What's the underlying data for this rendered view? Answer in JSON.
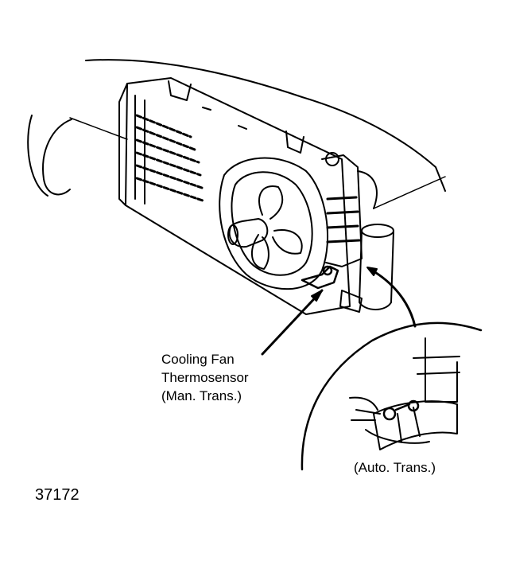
{
  "callouts": {
    "thermosensor_line1": "Cooling Fan",
    "thermosensor_line2": "Thermosensor",
    "thermosensor_line3": "(Man. Trans.)",
    "auto_trans": "(Auto. Trans.)"
  },
  "figure_number": "37172",
  "colors": {
    "ink": "#000000",
    "paper": "#ffffff"
  }
}
